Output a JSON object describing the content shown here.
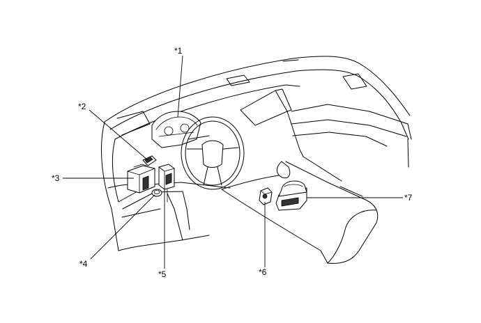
{
  "callouts": {
    "c1": "*1",
    "c2": "*2",
    "c3": "*3",
    "c4": "*4",
    "c5": "*5",
    "c6": "*6",
    "c7": "*7"
  }
}
